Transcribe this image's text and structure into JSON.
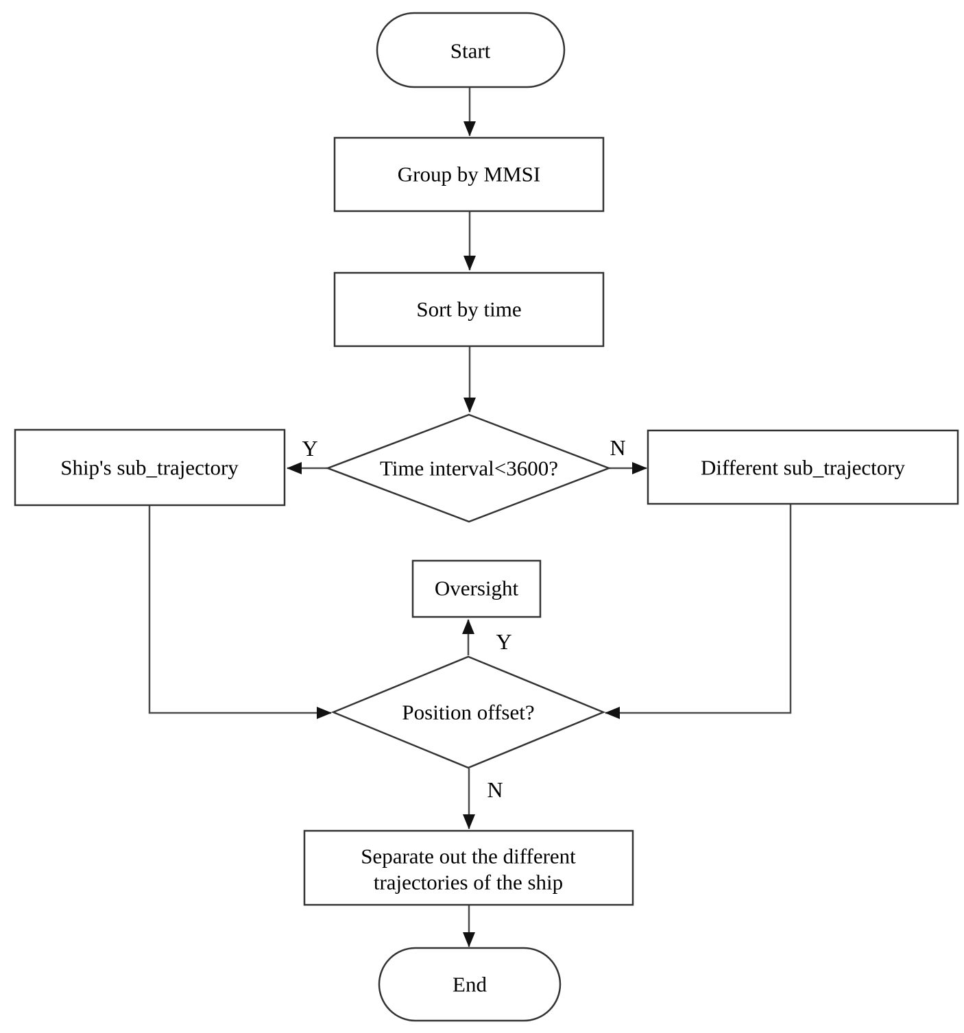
{
  "figure": {
    "type": "flowchart",
    "description": "AIS ship trajectory preprocessing flowchart"
  },
  "nodes": {
    "start": {
      "shape": "terminator",
      "label": "Start"
    },
    "group_by_mmsi": {
      "shape": "process",
      "label": "Group by MMSI"
    },
    "sort_by_time": {
      "shape": "process",
      "label": "Sort by time"
    },
    "time_interval": {
      "shape": "decision",
      "label": "Time interval<3600?"
    },
    "ships_sub_trajectory": {
      "shape": "process",
      "label": "Ship's sub_trajectory"
    },
    "different_sub_trajectory": {
      "shape": "process",
      "label": "Different sub_trajectory"
    },
    "oversight": {
      "shape": "process",
      "label": "Oversight"
    },
    "position_offset": {
      "shape": "decision",
      "label": "Position offset?"
    },
    "separate_trajectories": {
      "shape": "process",
      "lines": [
        "Separate out the different",
        "trajectories of the ship"
      ]
    },
    "end": {
      "shape": "terminator",
      "label": "End"
    }
  },
  "edges": [
    {
      "from": "start",
      "to": "group_by_mmsi",
      "label": ""
    },
    {
      "from": "group_by_mmsi",
      "to": "sort_by_time",
      "label": ""
    },
    {
      "from": "sort_by_time",
      "to": "time_interval",
      "label": ""
    },
    {
      "from": "time_interval",
      "to": "ships_sub_trajectory",
      "label": "Y"
    },
    {
      "from": "time_interval",
      "to": "different_sub_trajectory",
      "label": "N"
    },
    {
      "from": "ships_sub_trajectory",
      "to": "position_offset",
      "label": ""
    },
    {
      "from": "different_sub_trajectory",
      "to": "position_offset",
      "label": ""
    },
    {
      "from": "position_offset",
      "to": "oversight",
      "label": "Y"
    },
    {
      "from": "position_offset",
      "to": "separate_trajectories",
      "label": "N"
    },
    {
      "from": "separate_trajectories",
      "to": "end",
      "label": ""
    }
  ],
  "colors": {
    "background": "#ffffff",
    "shape_fill": "#ffffff",
    "stroke": "#333333",
    "text": "#000000"
  }
}
